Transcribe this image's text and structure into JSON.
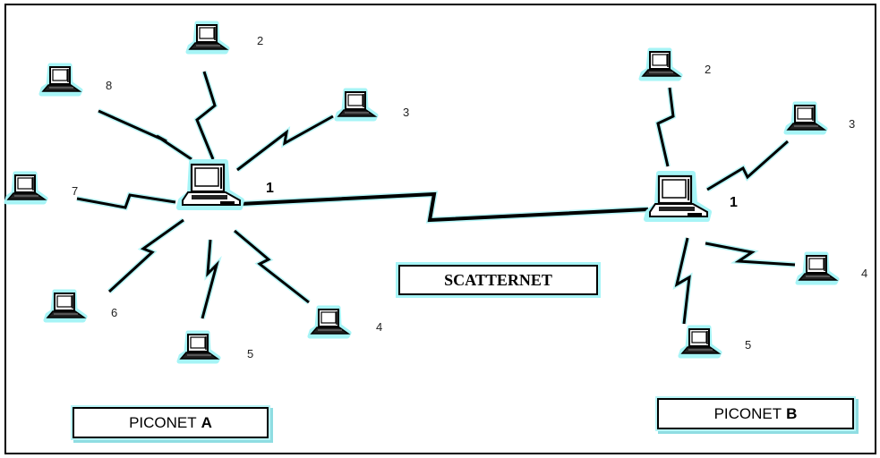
{
  "scatternet_label": "SCATTERNET",
  "piconet_a": {
    "prefix": "PICONET",
    "letter": "A",
    "master": "1",
    "slaves": [
      "2",
      "3",
      "4",
      "5",
      "6",
      "7",
      "8"
    ]
  },
  "piconet_b": {
    "prefix": "PICONET",
    "letter": "B",
    "master": "1",
    "slaves": [
      "2",
      "3",
      "4",
      "5"
    ]
  },
  "colors": {
    "glow": "#a6f4f6",
    "line": "#000000"
  }
}
